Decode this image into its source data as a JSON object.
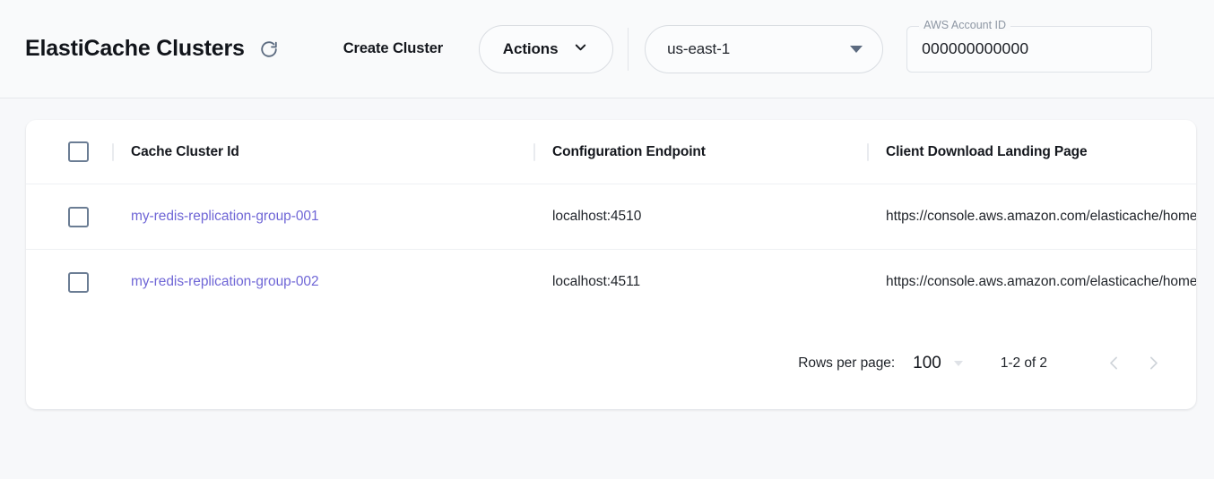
{
  "header": {
    "title": "ElastiCache Clusters",
    "refresh_icon": "refresh-icon",
    "create_cluster_label": "Create Cluster",
    "actions_label": "Actions",
    "actions_caret_icon": "chevron-down-icon",
    "region": {
      "value": "us-east-1",
      "caret_icon": "caret-down-icon"
    },
    "account": {
      "legend": "AWS Account ID",
      "value": "000000000000"
    }
  },
  "table": {
    "columns": [
      {
        "key": "cluster_id",
        "label": "Cache Cluster Id"
      },
      {
        "key": "config_endpoint",
        "label": "Configuration Endpoint"
      },
      {
        "key": "landing_page",
        "label": "Client Download Landing Page"
      }
    ],
    "rows": [
      {
        "cluster_id": "my-redis-replication-group-001",
        "config_endpoint": "localhost:4510",
        "landing_page": "https://console.aws.amazon.com/elasticache/home"
      },
      {
        "cluster_id": "my-redis-replication-group-002",
        "config_endpoint": "localhost:4511",
        "landing_page": "https://console.aws.amazon.com/elasticache/home"
      }
    ]
  },
  "pagination": {
    "rows_per_page_label": "Rows per page:",
    "rows_per_page_value": "100",
    "range_label": "1-2 of 2",
    "prev_icon": "chevron-left-icon",
    "next_icon": "chevron-right-icon"
  },
  "colors": {
    "link": "#6f66d6",
    "page_bg": "#f7f8fa",
    "card_bg": "#ffffff",
    "checkbox_border": "#6b7d94"
  }
}
